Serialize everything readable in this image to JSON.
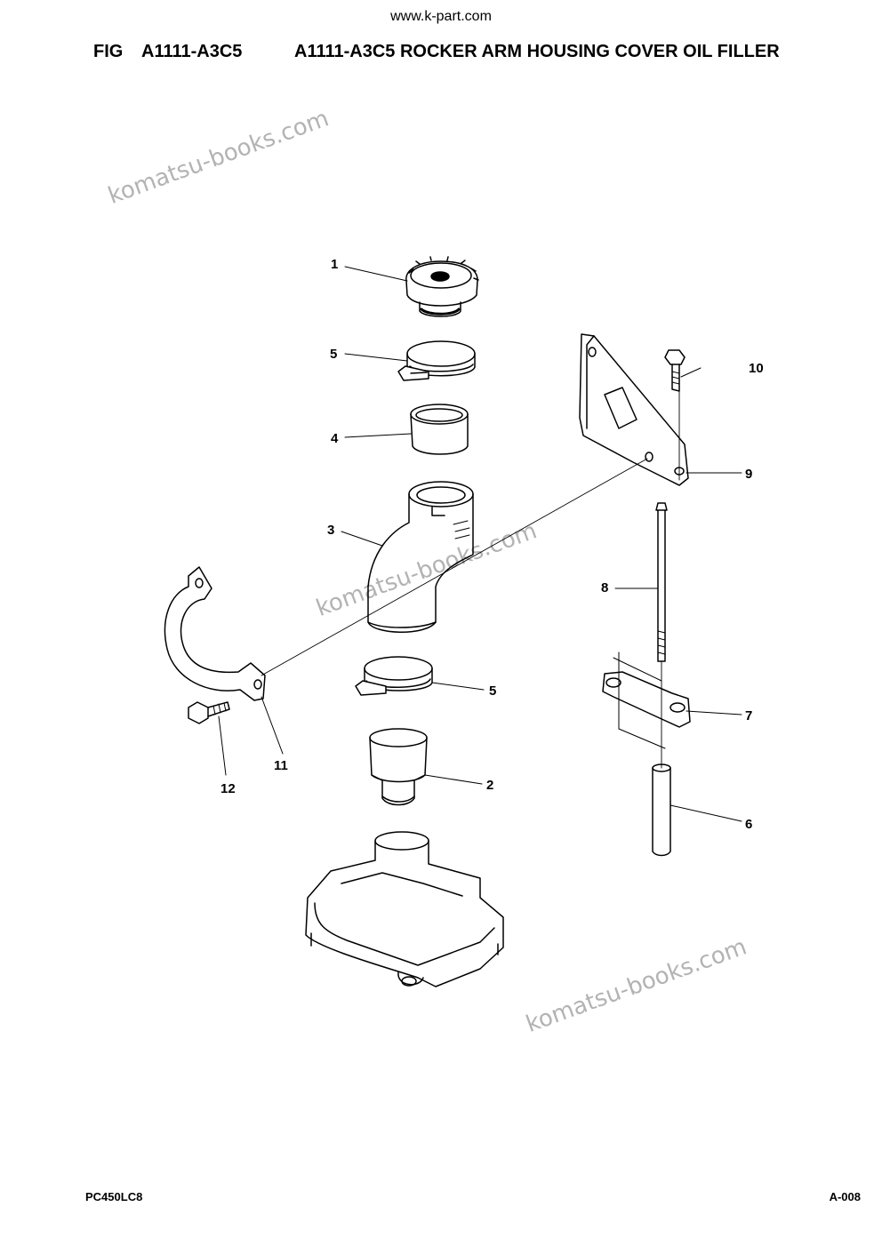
{
  "header": {
    "site": "www.k-part.com",
    "fig_label": "FIG",
    "fig_code": "A1111-A3C5",
    "fig_title": "A1111-A3C5 ROCKER ARM HOUSING COVER OIL FILLER"
  },
  "watermark": "komatsu-books.com",
  "callouts": {
    "c1": "1",
    "c2": "2",
    "c3": "3",
    "c4": "4",
    "c5a": "5",
    "c5b": "5",
    "c6": "6",
    "c7": "7",
    "c8": "8",
    "c9": "9",
    "c10": "10",
    "c11": "11",
    "c12": "12"
  },
  "footer": {
    "model": "PC450LC8",
    "page": "A-008"
  }
}
